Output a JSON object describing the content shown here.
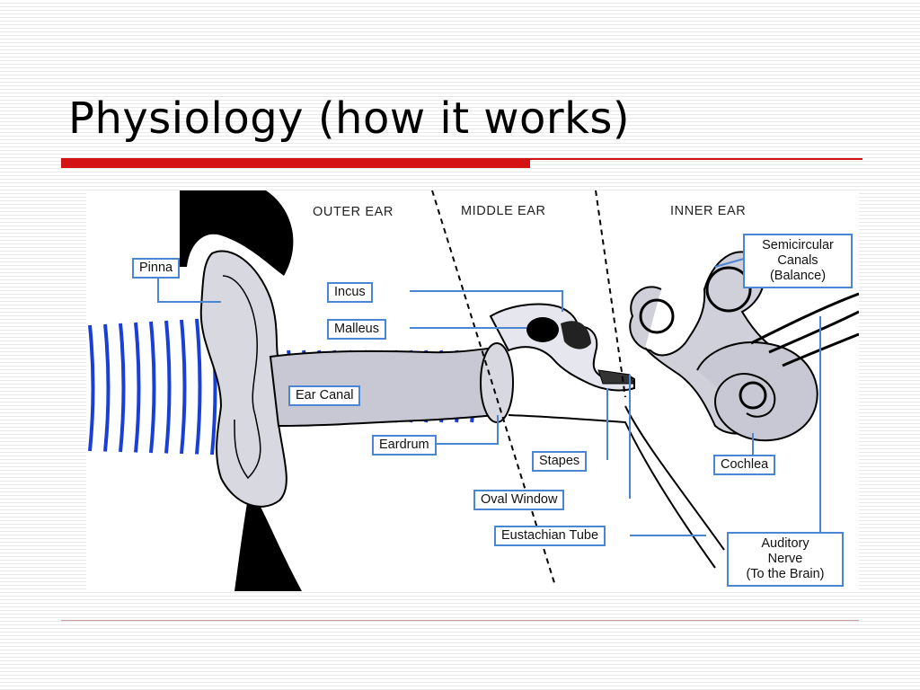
{
  "slide": {
    "title": "Physiology (how it works)"
  },
  "diagram": {
    "sections": {
      "outer": "OUTER EAR",
      "middle": "MIDDLE EAR",
      "inner": "INNER EAR"
    },
    "labels": {
      "pinna": "Pinna",
      "incus": "Incus",
      "malleus": "Malleus",
      "ear_canal": "Ear Canal",
      "eardrum": "Eardrum",
      "stapes": "Stapes",
      "oval_window": "Oval Window",
      "eustachian_tube": "Eustachian Tube",
      "semicircular": "Semicircular\nCanals\n(Balance)",
      "cochlea": "Cochlea",
      "auditory_nerve": "Auditory\nNerve\n(To the Brain)"
    }
  },
  "colors": {
    "accent_red": "#d41414",
    "callout_blue": "#4a86d4",
    "sound_wave_blue": "#1a3fd6"
  }
}
